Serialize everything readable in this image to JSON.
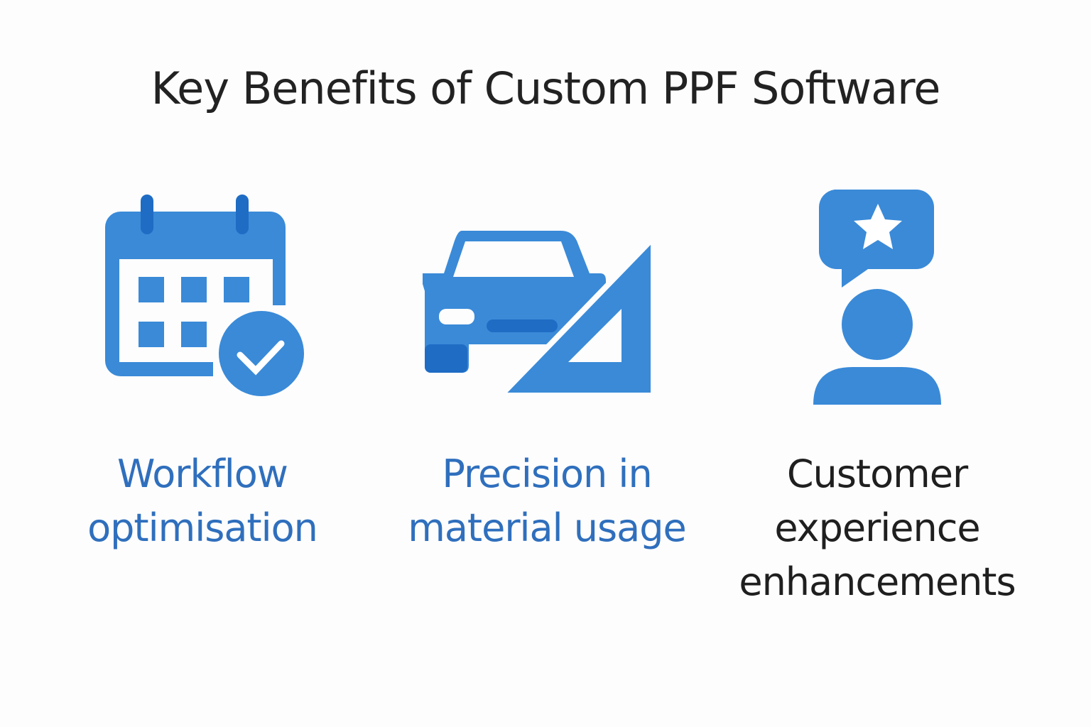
{
  "title": "Key Benefits of Custom PPF Software",
  "benefits": [
    {
      "line1": "Workflow",
      "line2": "optimisation",
      "icon": "calendar-check-icon"
    },
    {
      "line1": "Precision in",
      "line2": "material usage",
      "icon": "car-ruler-icon"
    },
    {
      "line1": "Customer",
      "line2": "experience",
      "line3": "enhancements",
      "icon": "customer-rating-icon"
    }
  ],
  "colors": {
    "icon": "#3a8ad8",
    "icon_dark": "#1f6cc4",
    "label_blue": "#2f6fbd",
    "label_dark": "#1f1f1f"
  }
}
